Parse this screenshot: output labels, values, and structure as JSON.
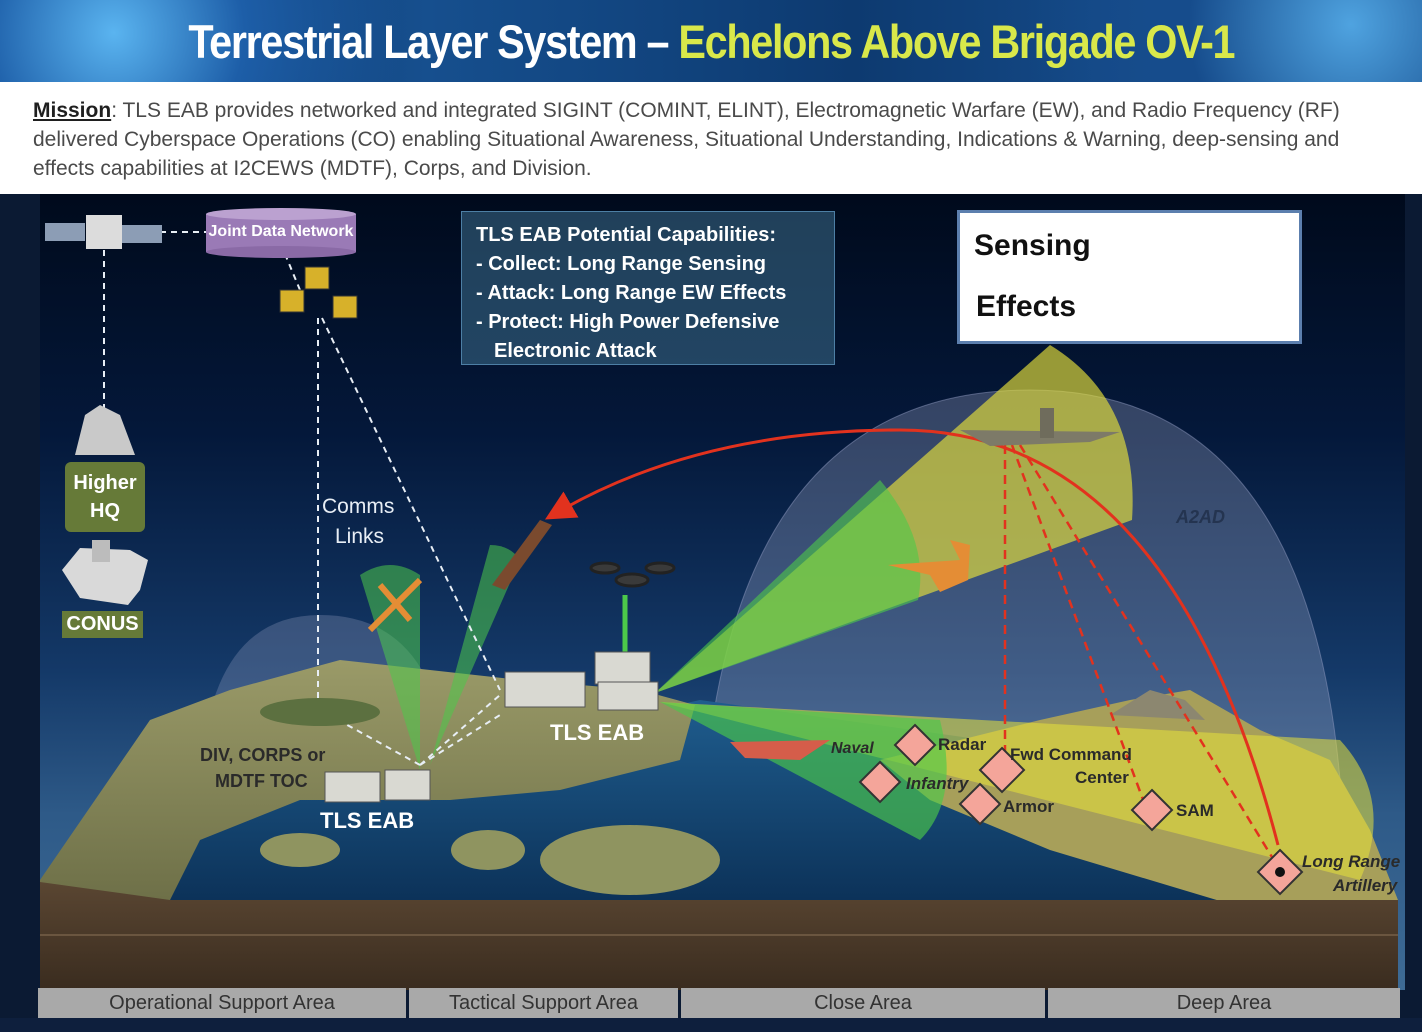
{
  "header": {
    "title_part1": "Terrestrial Layer System – ",
    "title_part2": "Echelons Above Brigade OV-1",
    "colors": {
      "white": "#ffffff",
      "accent": "#d9e84a"
    }
  },
  "mission": {
    "label": "Mission",
    "text": ": TLS EAB provides networked and integrated SIGINT (COMINT, ELINT), Electromagnetic Warfare (EW), and Radio Frequency (RF) delivered Cyberspace Operations (CO) enabling Situational Awareness, Situational Understanding, Indications & Warning, deep-sensing and effects capabilities at I2CEWS (MDTF), Corps, and Division."
  },
  "capabilities": {
    "title": "TLS EAB Potential Capabilities:",
    "items": [
      "-  Collect: Long Range Sensing",
      "-  Attack: Long Range EW Effects",
      "-  Protect: High Power Defensive",
      "Electronic Attack"
    ]
  },
  "legend": {
    "sensing": "Sensing",
    "effects": "Effects",
    "sensing_color": "#e8e23a",
    "effects_color": "#4cc94a"
  },
  "nodes": {
    "joint_data_network": "Joint Data Network",
    "higher_hq": [
      "Higher",
      "HQ"
    ],
    "conus": "CONUS",
    "comms_links": [
      "Comms",
      "Links"
    ],
    "tls_eab": "TLS EAB",
    "toc": [
      "DIV, CORPS or",
      "MDTF  TOC"
    ],
    "a2ad": "A2AD"
  },
  "targets": {
    "naval": "Naval",
    "radar": "Radar",
    "infantry": "Infantry",
    "fwd_command": [
      "Fwd Command",
      "Center"
    ],
    "armor": "Armor",
    "sam": "SAM",
    "artillery": [
      "Long Range",
      "Artillery"
    ],
    "marker_color": "#f4a59a"
  },
  "areas": [
    "Operational Support Area",
    "Tactical Support Area",
    "Close Area",
    "Deep Area"
  ]
}
